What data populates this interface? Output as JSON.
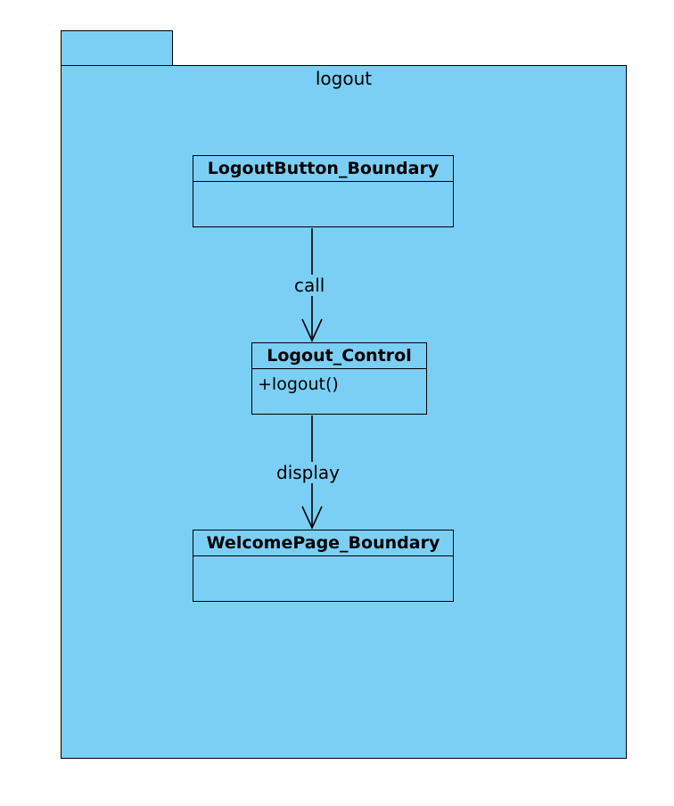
{
  "package": {
    "name": "logout"
  },
  "classes": {
    "logout_button": {
      "name": "LogoutButton_Boundary",
      "operations": []
    },
    "logout_control": {
      "name": "Logout_Control",
      "operations": [
        "+logout()"
      ]
    },
    "welcome_page": {
      "name": "WelcomePage_Boundary",
      "operations": []
    }
  },
  "edges": {
    "call": {
      "label": "call",
      "from": "LogoutButton_Boundary",
      "to": "Logout_Control"
    },
    "display": {
      "label": "display",
      "from": "Logout_Control",
      "to": "WelcomePage_Boundary"
    }
  },
  "colors": {
    "package_fill": "#7ccff4",
    "stroke": "#000000"
  }
}
